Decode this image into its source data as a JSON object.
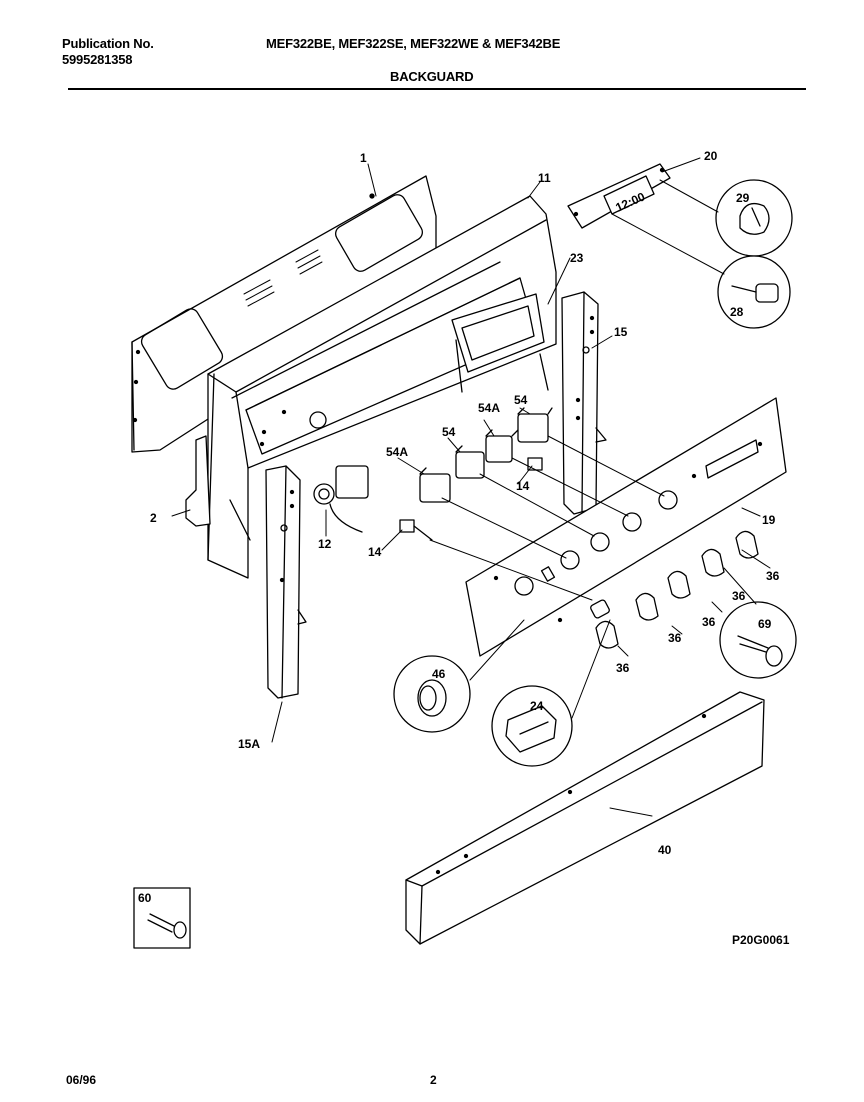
{
  "header": {
    "publication_label": "Publication No.",
    "publication_number": "5995281358",
    "models": "MEF322BE, MEF322SE, MEF322WE & MEF342BE",
    "section": "BACKGUARD"
  },
  "callouts": {
    "c1": "1",
    "c11": "11",
    "c20": "20",
    "c23": "23",
    "c29": "29",
    "c28": "28",
    "c15": "15",
    "c54a_top": "54A",
    "c54": "54",
    "c54_left": "54",
    "c54a_left": "54A",
    "c14_right": "14",
    "c2": "2",
    "c12": "12",
    "c14_left": "14",
    "c19": "19",
    "c36_a": "36",
    "c36_b": "36",
    "c36_c": "36",
    "c36_d": "36",
    "c36_e": "36",
    "c69": "69",
    "c46": "46",
    "c24": "24",
    "c15a": "15A",
    "c40": "40",
    "c60": "60"
  },
  "figure_code": "P20G0061",
  "display": {
    "clock_text": "12:00"
  },
  "footer": {
    "date": "06/96",
    "page": "2"
  }
}
